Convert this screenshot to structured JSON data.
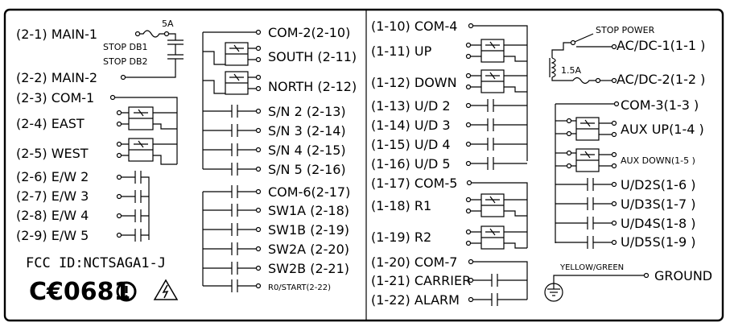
{
  "col1": [
    {
      "label": "(2-1) MAIN-1"
    },
    {
      "label": "(2-2) MAIN-2"
    },
    {
      "label": "(2-3) COM-1"
    },
    {
      "label": "(2-4) EAST"
    },
    {
      "label": "(2-5) WEST"
    },
    {
      "label": "(2-6) E/W 2"
    },
    {
      "label": "(2-7) E/W 3"
    },
    {
      "label": "(2-8) E/W 4"
    },
    {
      "label": "(2-9) E/W 5"
    }
  ],
  "fuse_5a": "5A",
  "stop_db1": "STOP DB1",
  "stop_db2": "STOP DB2",
  "fcc_id": "FCC ID:NCTSAGA1-J",
  "ce_mark": "C€0681",
  "col2": [
    {
      "label": "COM-2(2-10)"
    },
    {
      "label": "SOUTH (2-11)"
    },
    {
      "label": "NORTH (2-12)"
    },
    {
      "label": "S/N 2 (2-13)"
    },
    {
      "label": "S/N 3 (2-14)"
    },
    {
      "label": "S/N 4 (2-15)"
    },
    {
      "label": "S/N 5 (2-16)"
    },
    {
      "label": "COM-6(2-17)"
    },
    {
      "label": "SW1A (2-18)"
    },
    {
      "label": "SW1B (2-19)"
    },
    {
      "label": "SW2A (2-20)"
    },
    {
      "label": "SW2B (2-21)"
    },
    {
      "label": "R0/START(2-22)"
    }
  ],
  "col3": [
    {
      "label": "(1-10) COM-4"
    },
    {
      "label": "(1-11) UP"
    },
    {
      "label": "(1-12) DOWN"
    },
    {
      "label": "(1-13) U/D 2"
    },
    {
      "label": "(1-14) U/D 3"
    },
    {
      "label": "(1-15) U/D 4"
    },
    {
      "label": "(1-16) U/D 5"
    },
    {
      "label": "(1-17) COM-5"
    },
    {
      "label": "(1-18) R1"
    },
    {
      "label": "(1-19) R2"
    },
    {
      "label": "(1-20) COM-7"
    },
    {
      "label": "(1-21) CARRIER"
    },
    {
      "label": "(1-22) ALARM"
    }
  ],
  "stop_power": "STOP POWER",
  "fuse_1_5a": "1.5A",
  "col4": [
    {
      "label": "AC/DC-1(1-1 )"
    },
    {
      "label": "AC/DC-2(1-2 )"
    },
    {
      "label": "COM-3(1-3 )"
    },
    {
      "label": "AUX UP(1-4 )"
    },
    {
      "label": "AUX DOWN(1-5 )"
    },
    {
      "label": "U/D2S(1-6 )"
    },
    {
      "label": "U/D3S(1-7 )"
    },
    {
      "label": "U/D4S(1-8 )"
    },
    {
      "label": "U/D5S(1-9 )"
    }
  ],
  "yellow_green": "YELLOW/GREEN",
  "ground": "GROUND"
}
